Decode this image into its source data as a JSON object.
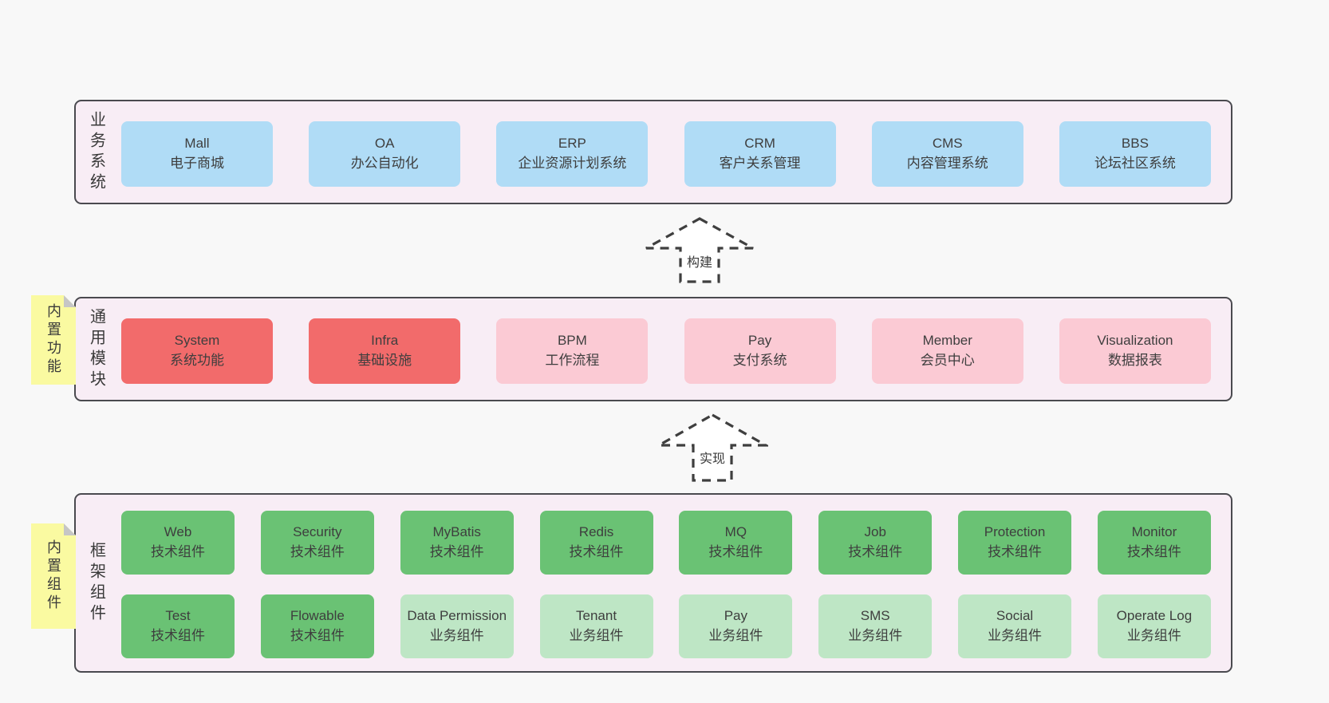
{
  "palette": {
    "band_bg": "#f8edf5",
    "border_dark": "#4a4a4f",
    "blue": "#b0dcf6",
    "red": "#f26b6b",
    "pink": "#fbcad4",
    "green": "#6ac274",
    "green_light": "#bee6c5",
    "note_yellow": "#fafaa1",
    "fold_gray": "#c6c6c6",
    "text": "#3e3e3e"
  },
  "bands": [
    {
      "label": "业务系统",
      "boxes": [
        {
          "title": "Mall",
          "subtitle": "电子商城",
          "variant": "blue"
        },
        {
          "title": "OA",
          "subtitle": "办公自动化",
          "variant": "blue"
        },
        {
          "title": "ERP",
          "subtitle": "企业资源计划系统",
          "variant": "blue"
        },
        {
          "title": "CRM",
          "subtitle": "客户关系管理",
          "variant": "blue"
        },
        {
          "title": "CMS",
          "subtitle": "内容管理系统",
          "variant": "blue"
        },
        {
          "title": "BBS",
          "subtitle": "论坛社区系统",
          "variant": "blue"
        }
      ]
    },
    {
      "label": "通用模块",
      "note": "内置功能",
      "boxes": [
        {
          "title": "System",
          "subtitle": "系统功能",
          "variant": "red"
        },
        {
          "title": "Infra",
          "subtitle": "基础设施",
          "variant": "red"
        },
        {
          "title": "BPM",
          "subtitle": "工作流程",
          "variant": "pink"
        },
        {
          "title": "Pay",
          "subtitle": "支付系统",
          "variant": "pink"
        },
        {
          "title": "Member",
          "subtitle": "会员中心",
          "variant": "pink"
        },
        {
          "title": "Visualization",
          "subtitle": "数据报表",
          "variant": "pink"
        }
      ]
    },
    {
      "label": "框架组件",
      "note": "内置组件",
      "rows": [
        [
          {
            "title": "Web",
            "subtitle": "技术组件",
            "variant": "green"
          },
          {
            "title": "Security",
            "subtitle": "技术组件",
            "variant": "green"
          },
          {
            "title": "MyBatis",
            "subtitle": "技术组件",
            "variant": "green"
          },
          {
            "title": "Redis",
            "subtitle": "技术组件",
            "variant": "green"
          },
          {
            "title": "MQ",
            "subtitle": "技术组件",
            "variant": "green"
          },
          {
            "title": "Job",
            "subtitle": "技术组件",
            "variant": "green"
          },
          {
            "title": "Protection",
            "subtitle": "技术组件",
            "variant": "green"
          },
          {
            "title": "Monitor",
            "subtitle": "技术组件",
            "variant": "green"
          }
        ],
        [
          {
            "title": "Test",
            "subtitle": "技术组件",
            "variant": "green"
          },
          {
            "title": "Flowable",
            "subtitle": "技术组件",
            "variant": "green"
          },
          {
            "title": "Data Permission",
            "subtitle": "业务组件",
            "variant": "green_light"
          },
          {
            "title": "Tenant",
            "subtitle": "业务组件",
            "variant": "green_light"
          },
          {
            "title": "Pay",
            "subtitle": "业务组件",
            "variant": "green_light"
          },
          {
            "title": "SMS",
            "subtitle": "业务组件",
            "variant": "green_light"
          },
          {
            "title": "Social",
            "subtitle": "业务组件",
            "variant": "green_light"
          },
          {
            "title": "Operate Log",
            "subtitle": "业务组件",
            "variant": "green_light"
          }
        ]
      ]
    }
  ],
  "arrows": [
    {
      "label": "构建"
    },
    {
      "label": "实现"
    }
  ]
}
